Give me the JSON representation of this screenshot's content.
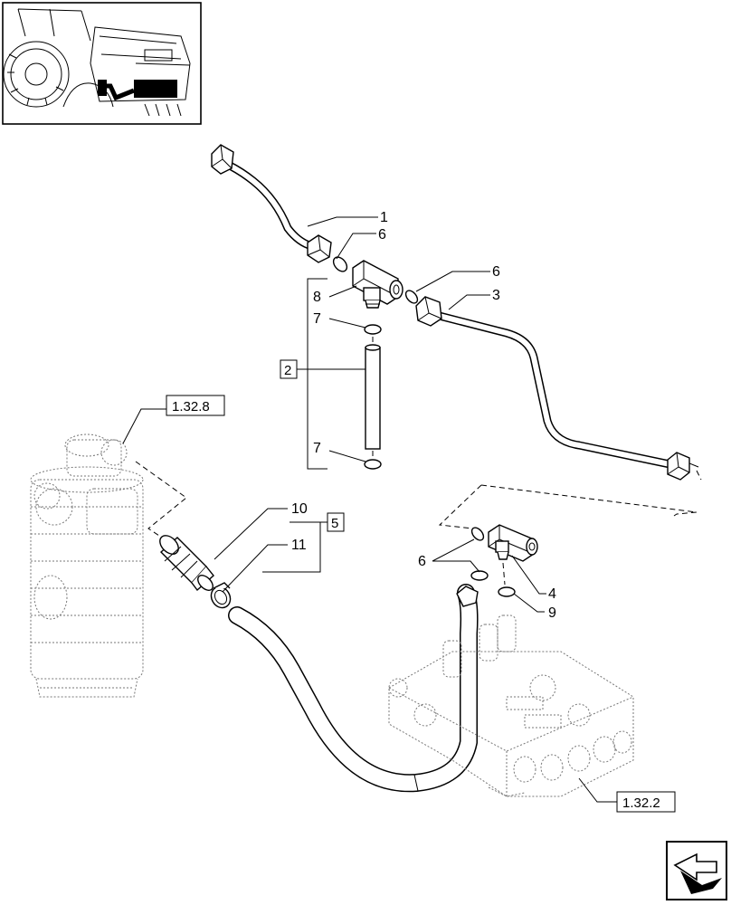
{
  "callouts": [
    {
      "id": "c1",
      "text": "1"
    },
    {
      "id": "c6a",
      "text": "6"
    },
    {
      "id": "c6b",
      "text": "6"
    },
    {
      "id": "c3",
      "text": "3"
    },
    {
      "id": "c8",
      "text": "8"
    },
    {
      "id": "c7a",
      "text": "7"
    },
    {
      "id": "c7b",
      "text": "7"
    },
    {
      "id": "c10",
      "text": "10"
    },
    {
      "id": "c11",
      "text": "11"
    },
    {
      "id": "c6c",
      "text": "6"
    },
    {
      "id": "c4",
      "text": "4"
    },
    {
      "id": "c9",
      "text": "9"
    }
  ],
  "boxed_refs": {
    "group2": "2",
    "group5": "5",
    "ref_filter": "1.32.8",
    "ref_valve": "1.32.2"
  },
  "colors": {
    "line": "#000000",
    "phantom": "#777777",
    "thumb_fill": "#000000"
  },
  "icons": {
    "thumbnail": "tractor-thumbnail-icon",
    "nav": "next-page-arrow-icon"
  }
}
